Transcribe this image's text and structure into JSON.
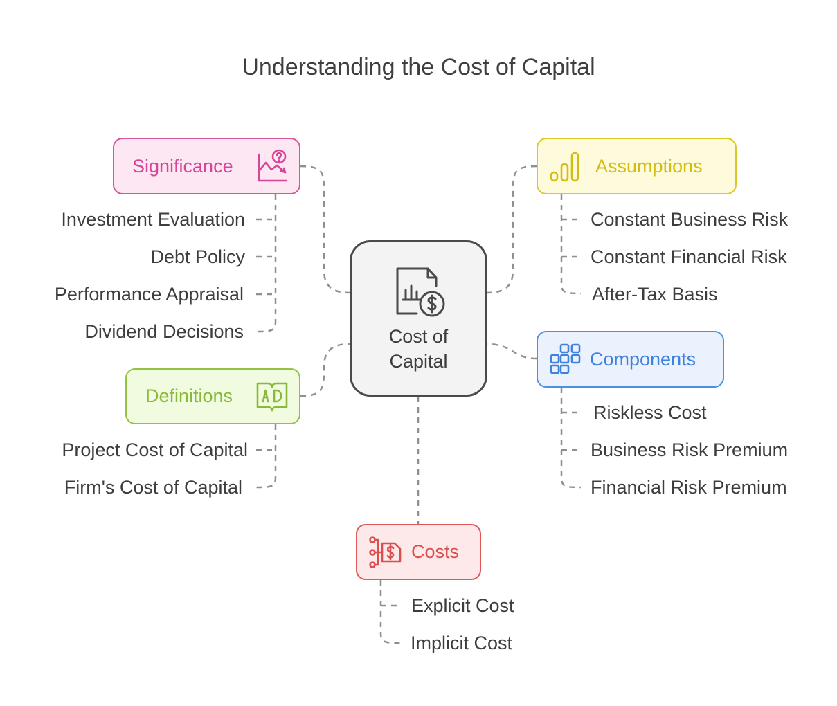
{
  "title": "Understanding the Cost of Capital",
  "center": {
    "line1": "Cost of",
    "line2": "Capital",
    "icon": "document-chart-dollar-icon"
  },
  "colors": {
    "significance": {
      "border": "#d9549c",
      "fill": "#fde7f3",
      "text": "#d64598"
    },
    "assumptions": {
      "border": "#ddc724",
      "fill": "#fefbdc",
      "text": "#d2bd12"
    },
    "definitions": {
      "border": "#93c244",
      "fill": "#f1fbdf",
      "text": "#88b93a"
    },
    "components": {
      "border": "#4f8ee3",
      "fill": "#ebf2fd",
      "text": "#3f82de"
    },
    "costs": {
      "border": "#e05757",
      "fill": "#fde9e9",
      "text": "#dc4e4e"
    }
  },
  "significance": {
    "label": "Significance",
    "icon": "chart-question-icon",
    "items": [
      "Investment Evaluation",
      "Debt Policy",
      "Performance Appraisal",
      "Dividend Decisions"
    ]
  },
  "assumptions": {
    "label": "Assumptions",
    "icon": "bars-ascending-icon",
    "items": [
      "Constant Business Risk",
      "Constant Financial Risk",
      "After-Tax Basis"
    ]
  },
  "definitions": {
    "label": "Definitions",
    "icon": "open-book-ad-icon",
    "items": [
      "Project Cost of Capital",
      "Firm's Cost of Capital"
    ]
  },
  "components": {
    "label": "Components",
    "icon": "blocks-grid-icon",
    "items": [
      "Riskless Cost",
      "Business Risk Premium",
      "Financial Risk Premium"
    ]
  },
  "costs": {
    "label": "Costs",
    "icon": "flow-dollar-tag-icon",
    "items": [
      "Explicit Cost",
      "Implicit Cost"
    ]
  }
}
